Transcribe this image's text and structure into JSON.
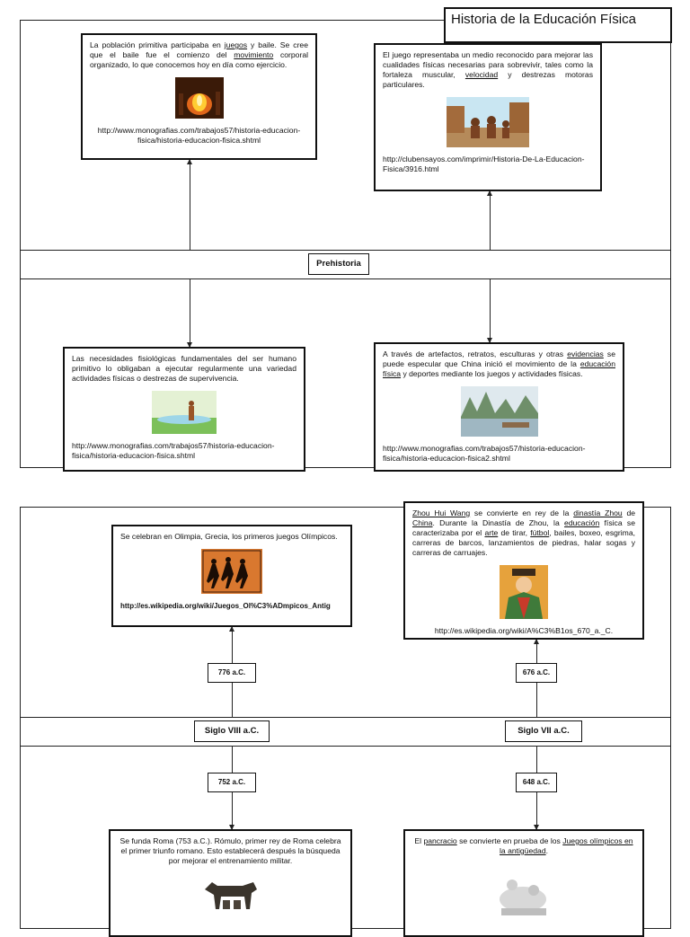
{
  "page": {
    "title": "Historia de la Educación Física"
  },
  "section1": {
    "band_label": "Prehistoria",
    "card_tl": {
      "text_a": "La población primitiva participaba en ",
      "u1": "juegos",
      "text_b": " y baile. Se cree que el baile fue el comienzo del ",
      "u2": "movimiento",
      "text_c": " corporal organizado, lo que conocemos hoy en día como ejercicio.",
      "link": "http://www.monografias.com/trabajos57/historia-educacion-fisica/historia-educacion-fisica.shtml"
    },
    "card_tr": {
      "text_a": "El juego representaba un medio reconocido para mejorar las cualidades físicas necesarias para sobrevivir, tales como la fortaleza muscular, ",
      "u1": "velocidad",
      "text_b": " y destrezas motoras particulares.",
      "link": "http://clubensayos.com/imprimir/Historia-De-La-Educacion-Fisica/3916.html"
    },
    "card_bl": {
      "text": "Las necesidades fisiológicas fundamentales del ser humano primitivo lo obligaban a ejecutar regularmente una variedad actividades físicas o destrezas de supervivencia.",
      "link": "http://www.monografias.com/trabajos57/historia-educacion-fisica/historia-educacion-fisica.shtml"
    },
    "card_br": {
      "text_a": "A través de artefactos, retratos, esculturas y otras ",
      "u1": "evidencias",
      "text_b": " se puede especular que China inició el movimiento de la ",
      "u2": "educación física",
      "text_c": " y deportes mediante los juegos y actividades físicas.",
      "link": "http://www.monografias.com/trabajos57/historia-educacion-fisica/historia-educacion-fisica2.shtml"
    }
  },
  "section2": {
    "label_left": "Siglo VIII a.C.",
    "label_right": "Siglo VII a.C.",
    "year_tl": "776 a.C.",
    "year_tr": "676 a.C.",
    "year_bl": "752 a.C.",
    "year_br": "648 a.C.",
    "card_tl": {
      "text": "Se celebran en Olimpia, Grecia, los primeros juegos Olímpicos.",
      "link": "http://es.wikipedia.org/wiki/Juegos_Ol%C3%ADmpicos_Antig"
    },
    "card_tr": {
      "u1": "Zhou Hui Wang",
      "text_a": " se convierte en rey de la ",
      "u2": "dinastía Zhou",
      "text_b": " de ",
      "u3": "China",
      "text_c": ". Durante la Dinastía de Zhou, la ",
      "u4": "educación",
      "text_d": " física se caracterizaba por el ",
      "u5": "arte",
      "text_e": " de tirar, ",
      "u6": "fútbol",
      "text_f": ", bailes, boxeo, esgrima, carreras de barcos, lanzamientos de piedras, halar sogas y carreras de carruajes.",
      "link": "http://es.wikipedia.org/wiki/A%C3%B1os_670_a._C."
    },
    "card_bl": {
      "text": "Se funda Roma (753 a.C.). Rómulo, primer rey de Roma celebra el primer triunfo romano. Esto establecerá después la búsqueda por mejorar el entrenamiento militar."
    },
    "card_br": {
      "text_a": "El ",
      "u1": "pancracio",
      "text_b": " se convierte en prueba de los ",
      "u2": "Juegos olímpicos en la antigüedad",
      "text_c": "."
    }
  }
}
